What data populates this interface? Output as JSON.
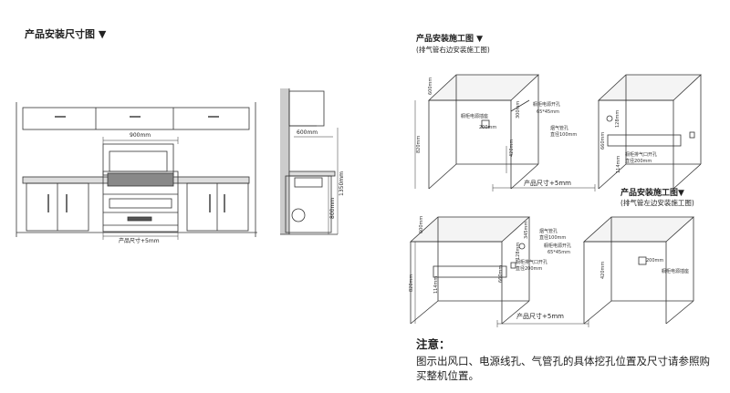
{
  "left": {
    "title": "产品安装尺寸图 ▼",
    "dims": {
      "width_900": "900mm",
      "product": "产品尺寸+5mm",
      "depth_600": "600mm",
      "h_800": "800mm",
      "h_1350": "1350mm"
    }
  },
  "top_right": {
    "title": "产品安装施工图 ▼",
    "subtitle": "(排气管右边安装施工图)",
    "labels": {
      "cabinet_power": "橱柜电源插座",
      "size_200": "200mm",
      "h_300": "300mm",
      "cutout": "橱柜电源开孔",
      "cutout_size": "65*45mm",
      "pipe": "烟气管孔",
      "pipe_dia": "直径100mm",
      "h_420": "420mm",
      "h_660": "660mm",
      "h_128": "128mm",
      "h_820": "820mm",
      "d_600": "600mm",
      "h_114": "114mm",
      "exhaust": "橱柜排气口开孔",
      "exhaust_dia": "直径200mm",
      "product": "产品尺寸+5mm"
    }
  },
  "bottom_right": {
    "title": "产品安装施工图▼",
    "subtitle": "(排气管左边安装施工图)",
    "labels": {
      "pipe": "烟气管孔",
      "pipe_dia": "直径100mm",
      "h_345": "345mm",
      "cutout": "橱柜电源开孔",
      "cutout_size": "65*45mm",
      "h_128": "128mm",
      "h_660": "660mm",
      "h_420": "420mm",
      "exhaust": "橱柜排气口开孔",
      "exhaust_dia": "直径200mm",
      "h_114": "114mm",
      "h_820": "820mm",
      "d_600": "600mm",
      "cabinet_power": "橱柜电源插座",
      "size_200": "200mm",
      "product": "产品尺寸+5mm"
    }
  },
  "note": {
    "heading": "注意：",
    "body": "图示出风口、电源线孔、气管孔的具体挖孔位置及尺寸请参照购买整机位置。"
  }
}
